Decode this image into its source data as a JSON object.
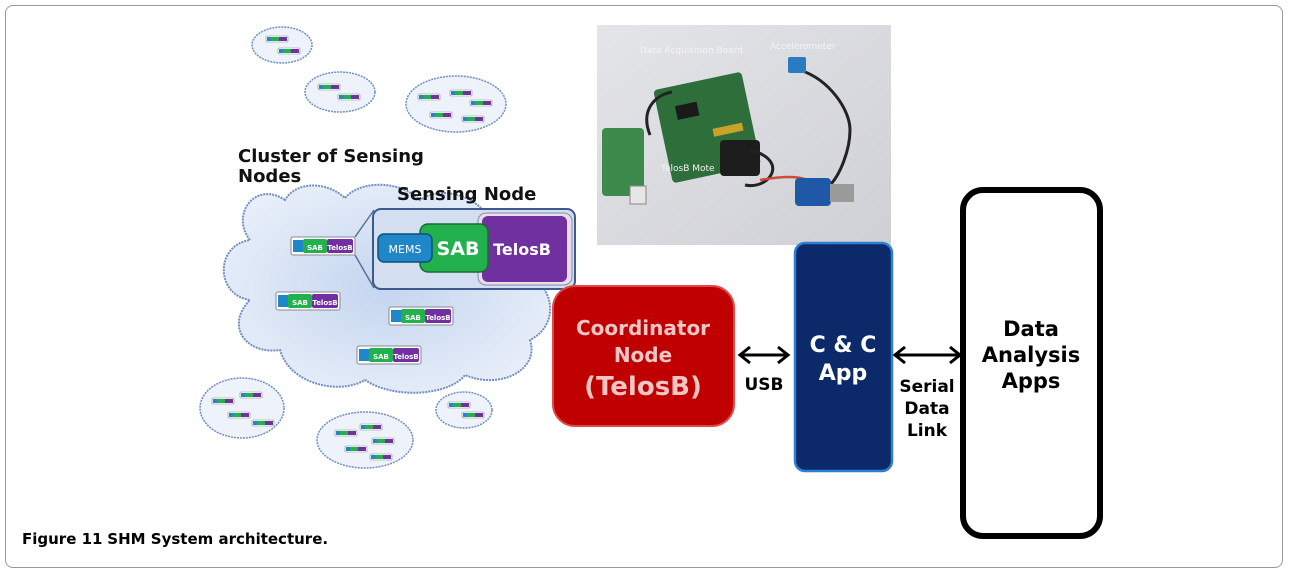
{
  "cluster": {
    "title_line1": "Cluster of Sensing",
    "title_line2": "Nodes"
  },
  "sensing_node": {
    "title": "Sensing Node",
    "mems_label": "MEMS",
    "sab_label": "SAB",
    "telosb_label": "TelosB"
  },
  "node_chip": {
    "sab_label": "SAB",
    "telosb_label": "TelosB"
  },
  "photo": {
    "label_board": "Data Acquisition Board",
    "label_accelerometer": "Accelerometer",
    "label_mote": "TelosB Mote"
  },
  "coordinator": {
    "line1": "Coordinator",
    "line2": "Node",
    "line3": "(TelosB)"
  },
  "usb_label": "USB",
  "cc_app": {
    "line1": "C & C",
    "line2": "App"
  },
  "serial_link": {
    "line1": "Serial",
    "line2": "Data",
    "line3": "Link"
  },
  "data_analysis": {
    "line1": "Data",
    "line2": "Analysis",
    "line3": "Apps"
  },
  "caption": {
    "label": "Figure 11",
    "text": "SHM System architecture."
  },
  "colors": {
    "cloud_fill": "#dde7f5",
    "cloud_stroke": "#6f8fc2",
    "coordinator": "#c00000",
    "cc_app": "#0c2a6a",
    "sab_green": "#22b14c",
    "telosb_purple": "#7030a0",
    "mems_blue": "#1f86c8"
  }
}
